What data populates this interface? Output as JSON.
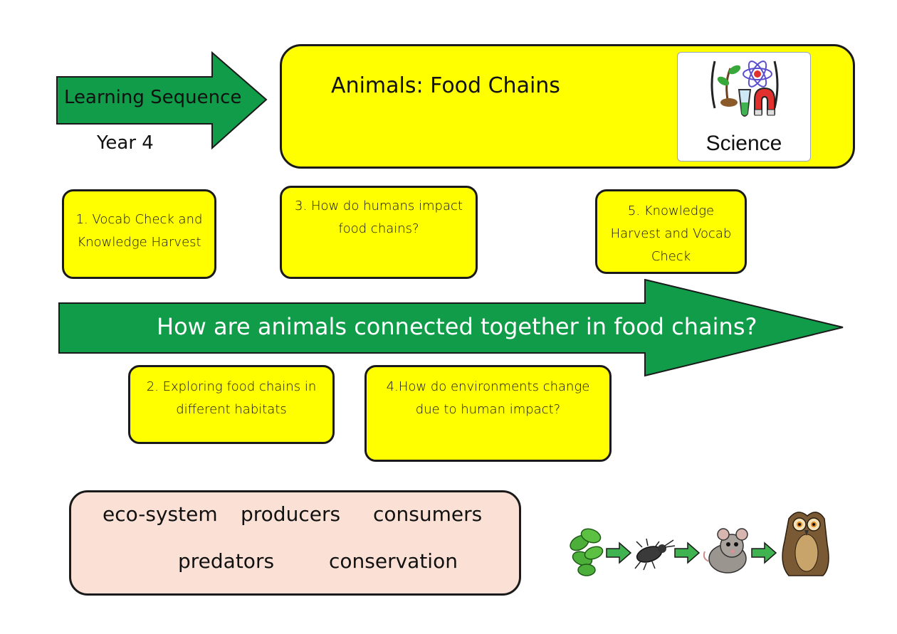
{
  "header": {
    "learning_sequence": "Learning Sequence",
    "year": "Year 4",
    "title": "Animals: Food Chains",
    "science_label": "Science"
  },
  "lessons": [
    {
      "text": "1. Vocab Check and Knowledge Harvest"
    },
    {
      "text": "2. Exploring food chains in different habitats"
    },
    {
      "text": "3. How do humans impact food chains?"
    },
    {
      "text": "4.How do environments change due to human impact?"
    },
    {
      "text": "5.  Knowledge Harvest and Vocab Check"
    }
  ],
  "big_question": "How are animals connected together in food chains?",
  "vocabulary": [
    "eco-system",
    "producers",
    "consumers",
    "predators",
    "conservation"
  ],
  "food_chain": [
    "plant-icon",
    "beetle-icon",
    "mouse-icon",
    "owl-icon"
  ],
  "colors": {
    "yellow": "#ffff00",
    "green": "#119c4a",
    "peach": "#fbe1d5"
  }
}
